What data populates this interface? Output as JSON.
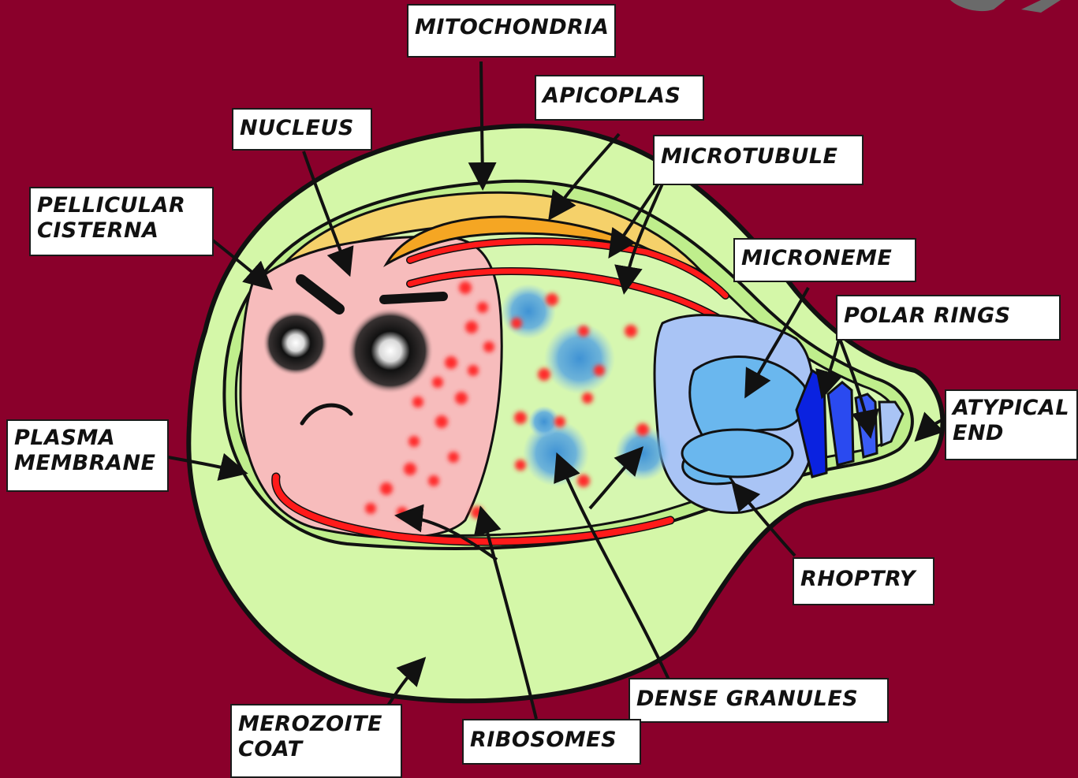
{
  "labels": {
    "mitochondria": "MITOCHONDRIA",
    "apicoplas": "APICOPLAS",
    "nucleus": "NUCLEUS",
    "microtubule": "MICROTUBULE",
    "pellicular_cisterna": [
      "PELLICULAR",
      "CISTERNA"
    ],
    "microneme": "MICRONEME",
    "polar_rings": "POLAR RINGS",
    "atypical_end": [
      "ATYPICAL",
      "END"
    ],
    "plasma_membrane": [
      "PLASMA",
      "MEMBRANE"
    ],
    "rhoptry": "RHOPTRY",
    "dense_granules": "DENSE GRANULES",
    "merozoite_coat": [
      "MEROZOITE",
      "COAT"
    ],
    "ribosomes": "RIBOSOMES"
  },
  "colors": {
    "background": "#8a002b",
    "coat": "#d4f7a8",
    "cytoplasm": "#c8f09a",
    "nucleus": "#f7bcbc",
    "mitochondria": "#f5d16a",
    "apicoplast": "#f5a623",
    "microtubule": "#ff1a1a",
    "rhoptry": "#a9c4f5",
    "microneme": "#6ab7ee",
    "polar_rings": "#0a22e0",
    "dense_granule": "#4a9ad6",
    "ribosome": "#ff2a2a"
  }
}
